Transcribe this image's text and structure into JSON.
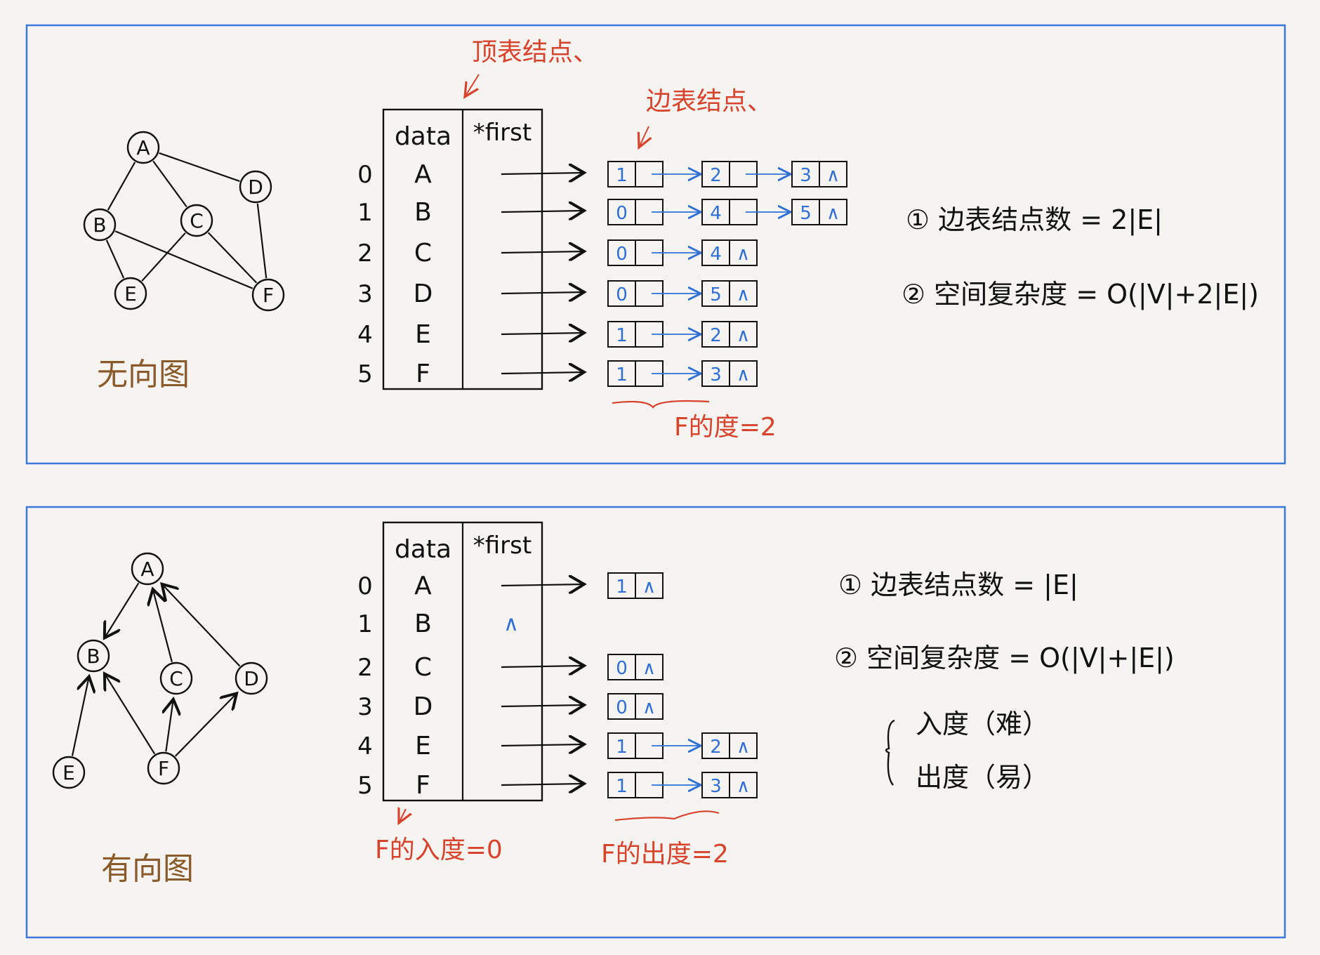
{
  "colors": {
    "frame": "#3a78dc",
    "ink": "#111111",
    "blue": "#2f6fd6",
    "red": "#d8432e",
    "brown": "#8a5a2b"
  },
  "panels": [
    {
      "title": "无向图",
      "graph": {
        "nodes": [
          "A",
          "B",
          "C",
          "D",
          "E",
          "F"
        ],
        "edges": [
          [
            "A",
            "B"
          ],
          [
            "A",
            "C"
          ],
          [
            "A",
            "D"
          ],
          [
            "B",
            "E"
          ],
          [
            "B",
            "F"
          ],
          [
            "C",
            "E"
          ],
          [
            "C",
            "F"
          ],
          [
            "D",
            "F"
          ]
        ],
        "directed": false
      },
      "table_header": {
        "data": "data",
        "first": "*first"
      },
      "rows": [
        {
          "index": "0",
          "vertex": "A",
          "first_null": false,
          "adj": [
            "1",
            "2",
            "3"
          ]
        },
        {
          "index": "1",
          "vertex": "B",
          "first_null": false,
          "adj": [
            "0",
            "4",
            "5"
          ]
        },
        {
          "index": "2",
          "vertex": "C",
          "first_null": false,
          "adj": [
            "0",
            "4"
          ]
        },
        {
          "index": "3",
          "vertex": "D",
          "first_null": false,
          "adj": [
            "0",
            "5"
          ]
        },
        {
          "index": "4",
          "vertex": "E",
          "first_null": false,
          "adj": [
            "1",
            "2"
          ]
        },
        {
          "index": "5",
          "vertex": "F",
          "first_null": false,
          "adj": [
            "1",
            "3"
          ]
        }
      ],
      "null_symbol": "∧",
      "annotations": {
        "vertex_node": "顶表结点、",
        "edge_node": "边表结点、",
        "degree": "F的度=2"
      },
      "notes": [
        "① 边表结点数 = 2|E|",
        "② 空间复杂度 = O(|V|+2|E|)"
      ]
    },
    {
      "title": "有向图",
      "graph": {
        "nodes": [
          "A",
          "B",
          "C",
          "D",
          "E",
          "F"
        ],
        "edges": [
          [
            "A",
            "B"
          ],
          [
            "C",
            "A"
          ],
          [
            "D",
            "A"
          ],
          [
            "E",
            "B"
          ],
          [
            "F",
            "B"
          ],
          [
            "F",
            "C"
          ],
          [
            "F",
            "D"
          ]
        ],
        "directed": true
      },
      "table_header": {
        "data": "data",
        "first": "*first"
      },
      "rows": [
        {
          "index": "0",
          "vertex": "A",
          "first_null": false,
          "adj": [
            "1"
          ]
        },
        {
          "index": "1",
          "vertex": "B",
          "first_null": true,
          "adj": []
        },
        {
          "index": "2",
          "vertex": "C",
          "first_null": false,
          "adj": [
            "0"
          ]
        },
        {
          "index": "3",
          "vertex": "D",
          "first_null": false,
          "adj": [
            "0"
          ]
        },
        {
          "index": "4",
          "vertex": "E",
          "first_null": false,
          "adj": [
            "1",
            "2"
          ]
        },
        {
          "index": "5",
          "vertex": "F",
          "first_null": false,
          "adj": [
            "1",
            "3"
          ]
        }
      ],
      "null_symbol": "∧",
      "annotations": {
        "in_degree": "F的入度=0",
        "out_degree": "F的出度=2"
      },
      "notes": [
        "① 边表结点数 = |E|",
        "② 空间复杂度 = O(|V|+|E|)"
      ],
      "degree_notes": [
        "入度（难）",
        "出度（易）"
      ]
    }
  ]
}
